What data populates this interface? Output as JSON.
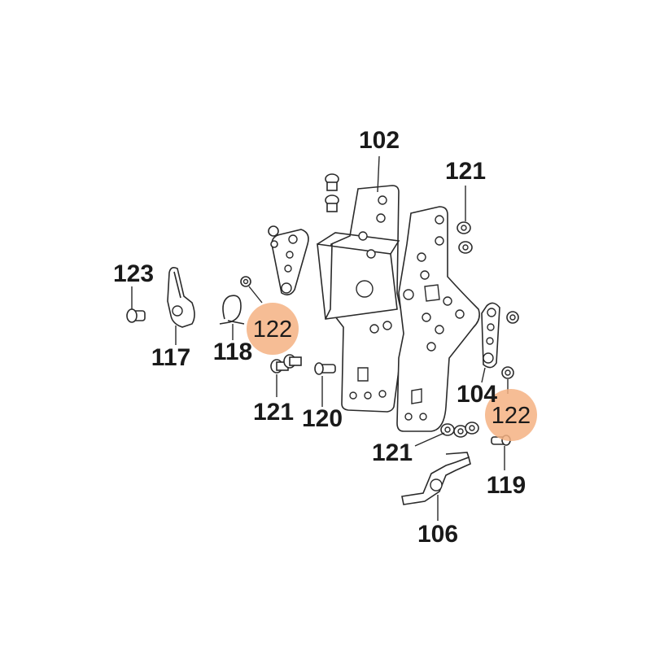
{
  "colors": {
    "highlight": "#f4b183",
    "line": "#2a2a2a",
    "background": "#ffffff"
  },
  "labels": {
    "l102": "102",
    "l121_top": "121",
    "l123": "123",
    "l117": "117",
    "l118": "118",
    "l122_left": "122",
    "l121_left": "121",
    "l120": "120",
    "l104": "104",
    "l122_right": "122",
    "l121_bottom": "121",
    "l119": "119",
    "l106": "106"
  }
}
